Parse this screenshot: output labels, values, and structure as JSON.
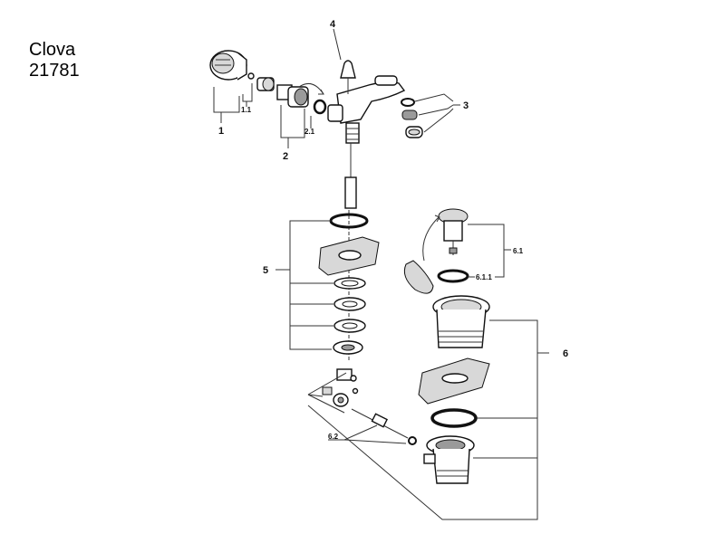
{
  "product": {
    "name": "Clova",
    "number": "21781"
  },
  "callouts": {
    "c1": "1",
    "c1_1": "1.1",
    "c2": "2",
    "c2_1": "2.1",
    "c3": "3",
    "c4": "4",
    "c5": "5",
    "c6": "6",
    "c6_1": "6.1",
    "c6_1_1": "6.1.1",
    "c6_2": "6.2"
  }
}
